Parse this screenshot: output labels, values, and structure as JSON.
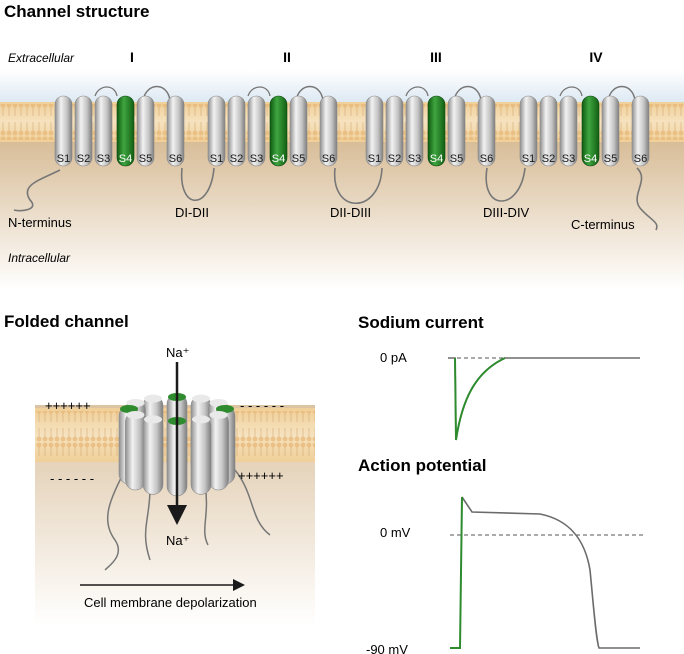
{
  "titles": {
    "structure": "Channel structure",
    "folded": "Folded channel",
    "sodium": "Sodium current",
    "ap": "Action potential"
  },
  "regions": {
    "extracellular": "Extracellular",
    "intracellular": "Intracellular"
  },
  "domains": [
    "I",
    "II",
    "III",
    "IV"
  ],
  "segments": [
    "S1",
    "S2",
    "S3",
    "S4",
    "S5",
    "S6"
  ],
  "loops": {
    "n_terminus": "N-terminus",
    "di_dii": "DI-DII",
    "dii_diii": "DII-DIII",
    "diii_div": "DIII-DIV",
    "c_terminus": "C-terminus"
  },
  "folded": {
    "ion_top": "Na⁺",
    "ion_bottom": "Na⁺",
    "charges_top_left": "++++++",
    "charges_top_right": "- - - - - -",
    "charges_bottom_left": "- - - - - -",
    "charges_bottom_right": "++++++",
    "arrow_caption": "Cell membrane depolarization"
  },
  "sodium_chart": {
    "zero_label": "0 pA"
  },
  "ap_chart": {
    "zero_label": "0 mV",
    "rest_label": "-90 mV"
  },
  "colors": {
    "voltage_sensor": "#2e8b2e",
    "membrane": "#e8c38a",
    "cytoplasm": "#dcc3a3",
    "trace_green": "#2e8b2e",
    "trace_grey": "#6b6b6b"
  }
}
